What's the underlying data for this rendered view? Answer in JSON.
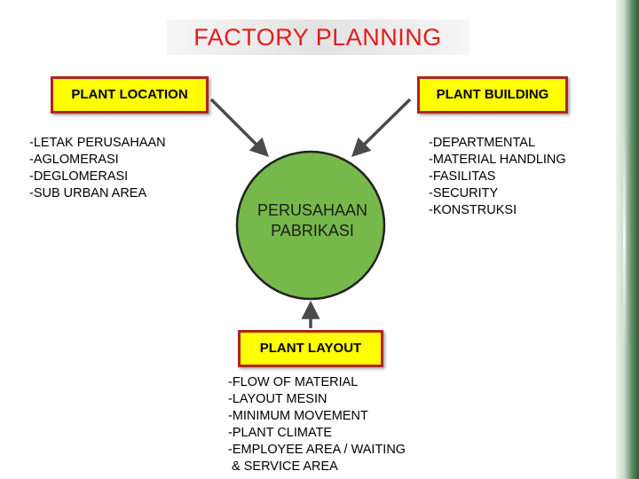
{
  "title": "FACTORY PLANNING",
  "center": {
    "line1": "PERUSAHAAN",
    "line2": "PABRIKASI"
  },
  "plant_location": {
    "label": "PLANT LOCATION",
    "items": [
      "-LETAK PERUSAHAAN",
      "-AGLOMERASI",
      "-DEGLOMERASI",
      "-SUB URBAN AREA"
    ]
  },
  "plant_building": {
    "label": "PLANT BUILDING",
    "items": [
      "-DEPARTMENTAL",
      "-MATERIAL HANDLING",
      "-FASILITAS",
      "-SECURITY",
      "-KONSTRUKSI"
    ]
  },
  "plant_layout": {
    "label": "PLANT LAYOUT",
    "items": [
      "-FLOW OF MATERIAL",
      "-LAYOUT MESIN",
      "-MINIMUM MOVEMENT",
      "-PLANT CLIMATE",
      "-EMPLOYEE AREA / WAITING",
      " & SERVICE AREA"
    ]
  },
  "colors": {
    "title": "#e31b1b",
    "box_fill": "#ffff00",
    "box_border": "#b22323",
    "circle_fill": "#77b84a",
    "circle_border": "#222222",
    "arrow": "#4a4a4a"
  }
}
